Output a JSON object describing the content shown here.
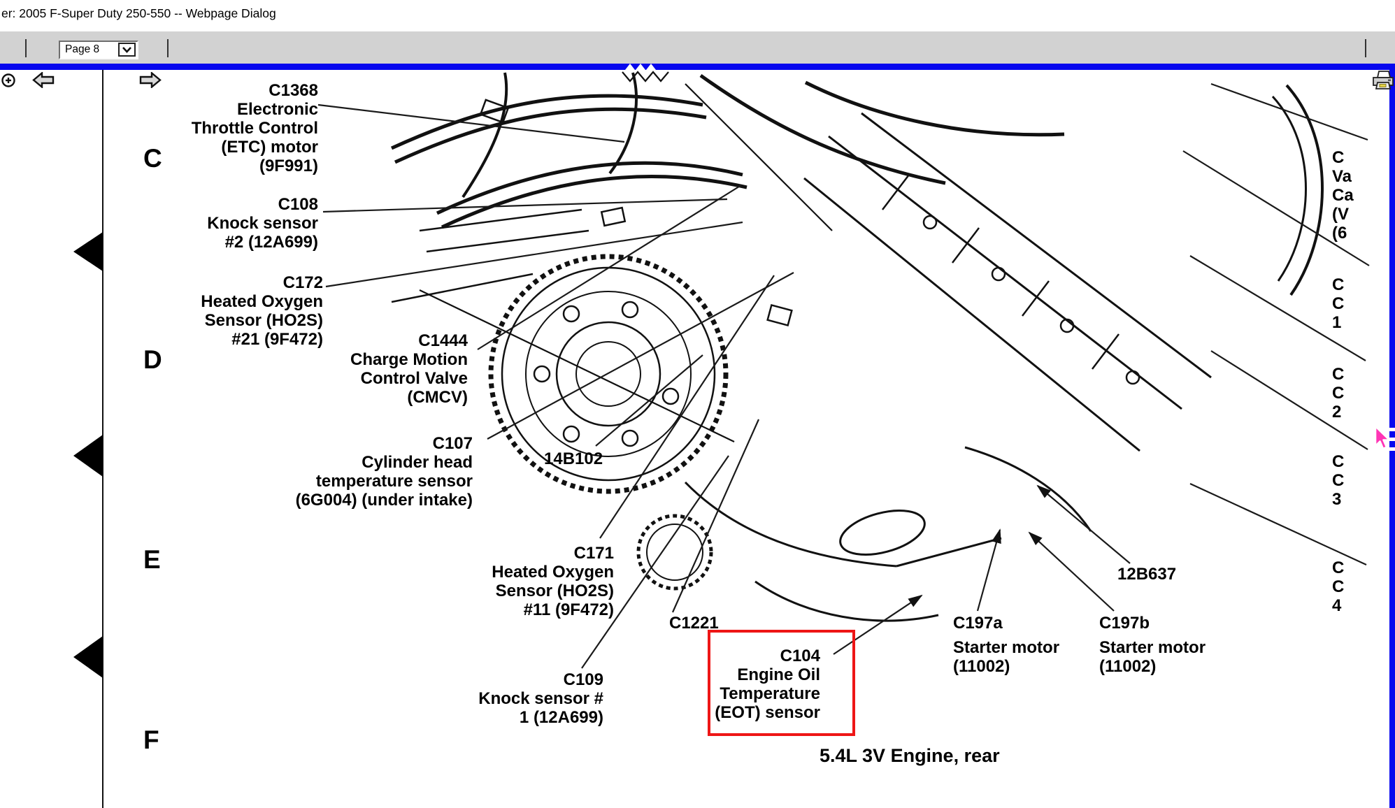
{
  "window": {
    "title": "er: 2005 F-Super Duty 250-550 -- Webpage Dialog"
  },
  "toolbar": {
    "page_select_value": "Page 8",
    "icons": {
      "zoom_in": "circle-plus",
      "prev_page": "outline-arrow-left",
      "next_page": "outline-arrow-right",
      "print": "printer"
    }
  },
  "colors": {
    "accent_blue": "#0707ee",
    "highlight_red": "#ee1616",
    "toolbar_gray": "#d2d2d2",
    "cursor_pink": "#ff35b5",
    "line_black": "#111111"
  },
  "cursor": {
    "icon": "mouse-pointer"
  },
  "diagram": {
    "section_letters": [
      "C",
      "D",
      "E",
      "F"
    ],
    "caption": "5.4L 3V Engine, rear",
    "labels": {
      "c1368": [
        "C1368",
        "Electronic",
        "Throttle Control",
        "(ETC) motor",
        "(9F991)"
      ],
      "c108": [
        "C108",
        "Knock sensor",
        "#2 (12A699)"
      ],
      "c172": [
        "C172",
        "Heated Oxygen",
        "Sensor (HO2S)",
        "#21 (9F472)"
      ],
      "c1444": [
        "C1444",
        "Charge Motion",
        "Control Valve",
        "(CMCV)"
      ],
      "c107": [
        "C107",
        "Cylinder head",
        "temperature sensor",
        "(6G004) (under intake)"
      ],
      "b14102": [
        "14B102"
      ],
      "c171": [
        "C171",
        "Heated Oxygen",
        "Sensor (HO2S)",
        "#11 (9F472)"
      ],
      "c1221": [
        "C1221"
      ],
      "c109": [
        "C109",
        "Knock sensor #",
        "1 (12A699)"
      ],
      "c104": [
        "C104",
        "Engine Oil",
        "Temperature",
        "(EOT) sensor"
      ],
      "c197a": [
        "C197a",
        "Starter motor",
        "(11002)"
      ],
      "c197b": [
        "C197b",
        "Starter motor",
        "(11002)"
      ],
      "b12637": [
        "12B637"
      ],
      "edge1": [
        "C",
        "Va",
        "Ca",
        "(V",
        "(6"
      ],
      "edge2": [
        "C",
        "C",
        "1"
      ],
      "edge3": [
        "C",
        "C",
        "2"
      ],
      "edge4": [
        "C",
        "C",
        "3"
      ],
      "edge5": [
        "C",
        "C",
        "4"
      ]
    }
  }
}
